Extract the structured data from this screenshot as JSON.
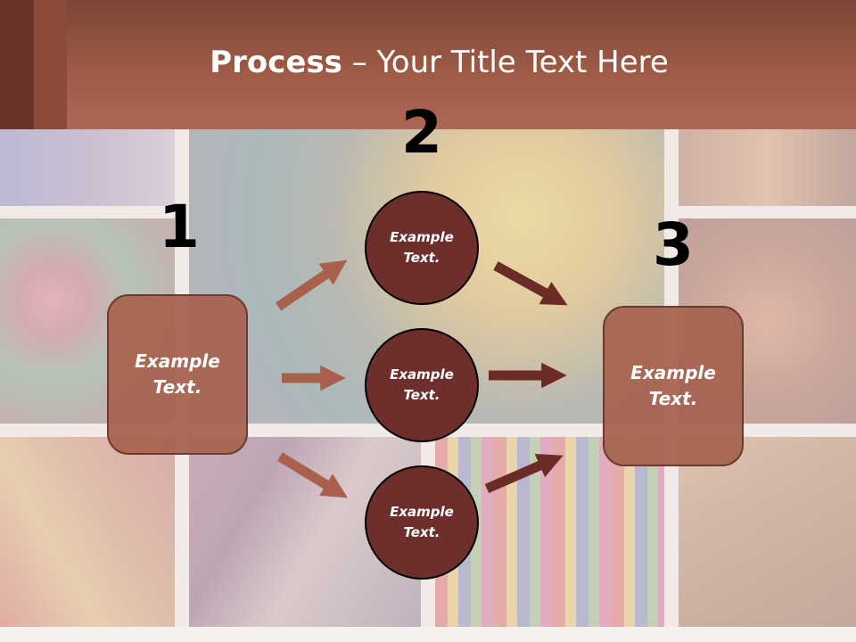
{
  "title": {
    "bold": "Process",
    "rest": " – Your Title Text Here"
  },
  "steps": {
    "num1": "1",
    "num2": "2",
    "num3": "3",
    "left_box": "Example\nText.",
    "right_box": "Example\nText.",
    "circle_top": "Example\nText.",
    "circle_mid": "Example\nText.",
    "circle_bottom": "Example\nText."
  },
  "colors": {
    "header": "#a15c47",
    "box_fill": "#a66450",
    "circle_fill": "#6e2e2c",
    "arrow_light": "#a9604c",
    "arrow_dark": "#6b2b27"
  }
}
